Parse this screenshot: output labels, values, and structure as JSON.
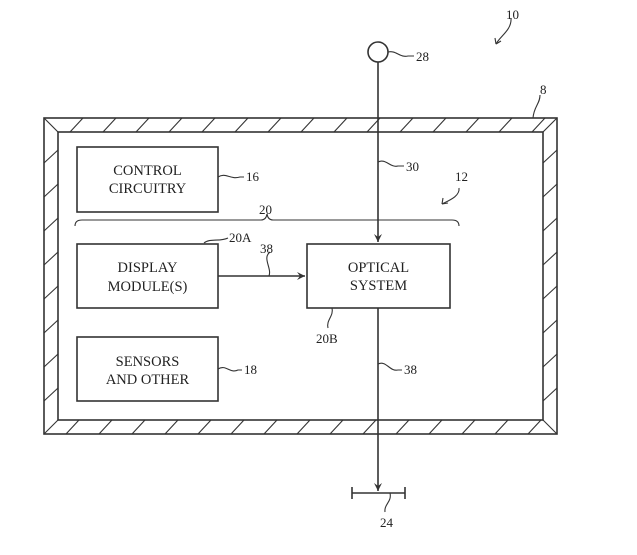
{
  "figure": {
    "reference_labels": {
      "device": "10",
      "housing": "8",
      "system": "12",
      "control": "16",
      "sensors": "18",
      "display_group": "20",
      "display_module_ref": "20A",
      "optical_system_ref": "20B",
      "eye_box": "24",
      "object": "28",
      "real_world_light": "30",
      "display_light": "38",
      "output_light": "38"
    },
    "blocks": {
      "control_circuitry": [
        "CONTROL",
        "CIRCUITRY"
      ],
      "display_modules": [
        "DISPLAY",
        "MODULE(S)"
      ],
      "optical_system": [
        "OPTICAL",
        "SYSTEM"
      ],
      "sensors_other": [
        "SENSORS",
        "AND OTHER"
      ]
    }
  }
}
